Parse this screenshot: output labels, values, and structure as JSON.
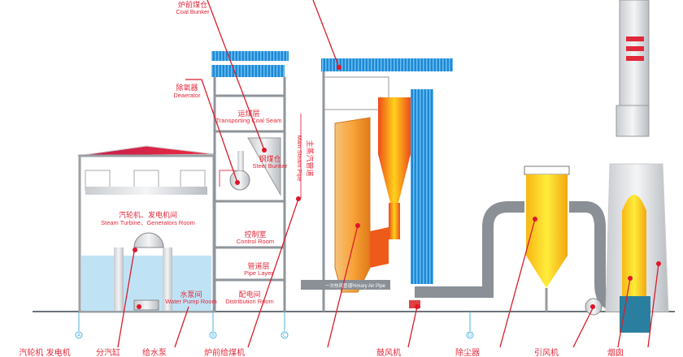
{
  "labels": {
    "coal_bunker": {
      "zh": "炉前煤仓",
      "en": "Coal Bunker"
    },
    "deaerator": {
      "zh": "除氧器",
      "en": "Deaerator"
    },
    "transporting_coal": {
      "zh": "运煤层",
      "en": "Transporting Coal Seam"
    },
    "steel_bunker": {
      "zh": "钢煤仓",
      "en": "Steel Bunker"
    },
    "main_steam_pipe": {
      "zh": "主蒸汽管道",
      "en": "Main Steam Pipe"
    },
    "turbine_room": {
      "zh": "汽轮机、发电机间",
      "en": "Steam Turbine、Generators Room"
    },
    "control_room": {
      "zh": "控制室",
      "en": "Control Room"
    },
    "pipe_layer": {
      "zh": "管道层",
      "en": "Pipe Layer"
    },
    "water_pump_room": {
      "zh": "水泵间",
      "en": "Water Pump Room"
    },
    "distribution_room": {
      "zh": "配电间",
      "en": "Distribution Room"
    },
    "primary_air_pipe": {
      "zh": "一次热风管道",
      "en": "Primary Air Pipe"
    }
  },
  "bottom_labels": [
    "汽轮机 发电机",
    "分汽缸",
    "给水泵",
    "炉前给煤机",
    "鼓风机",
    "除尘器",
    "引风机",
    "烟囱"
  ],
  "axis_markers": [
    "A",
    "B",
    "C",
    "D"
  ],
  "colors": {
    "label": "#e5283a",
    "roof": "#1e88d6",
    "boiler": "#f7a21b",
    "precipitator": "#ffd21a",
    "duct": "#8a9096",
    "water": "#bfe3f5"
  }
}
